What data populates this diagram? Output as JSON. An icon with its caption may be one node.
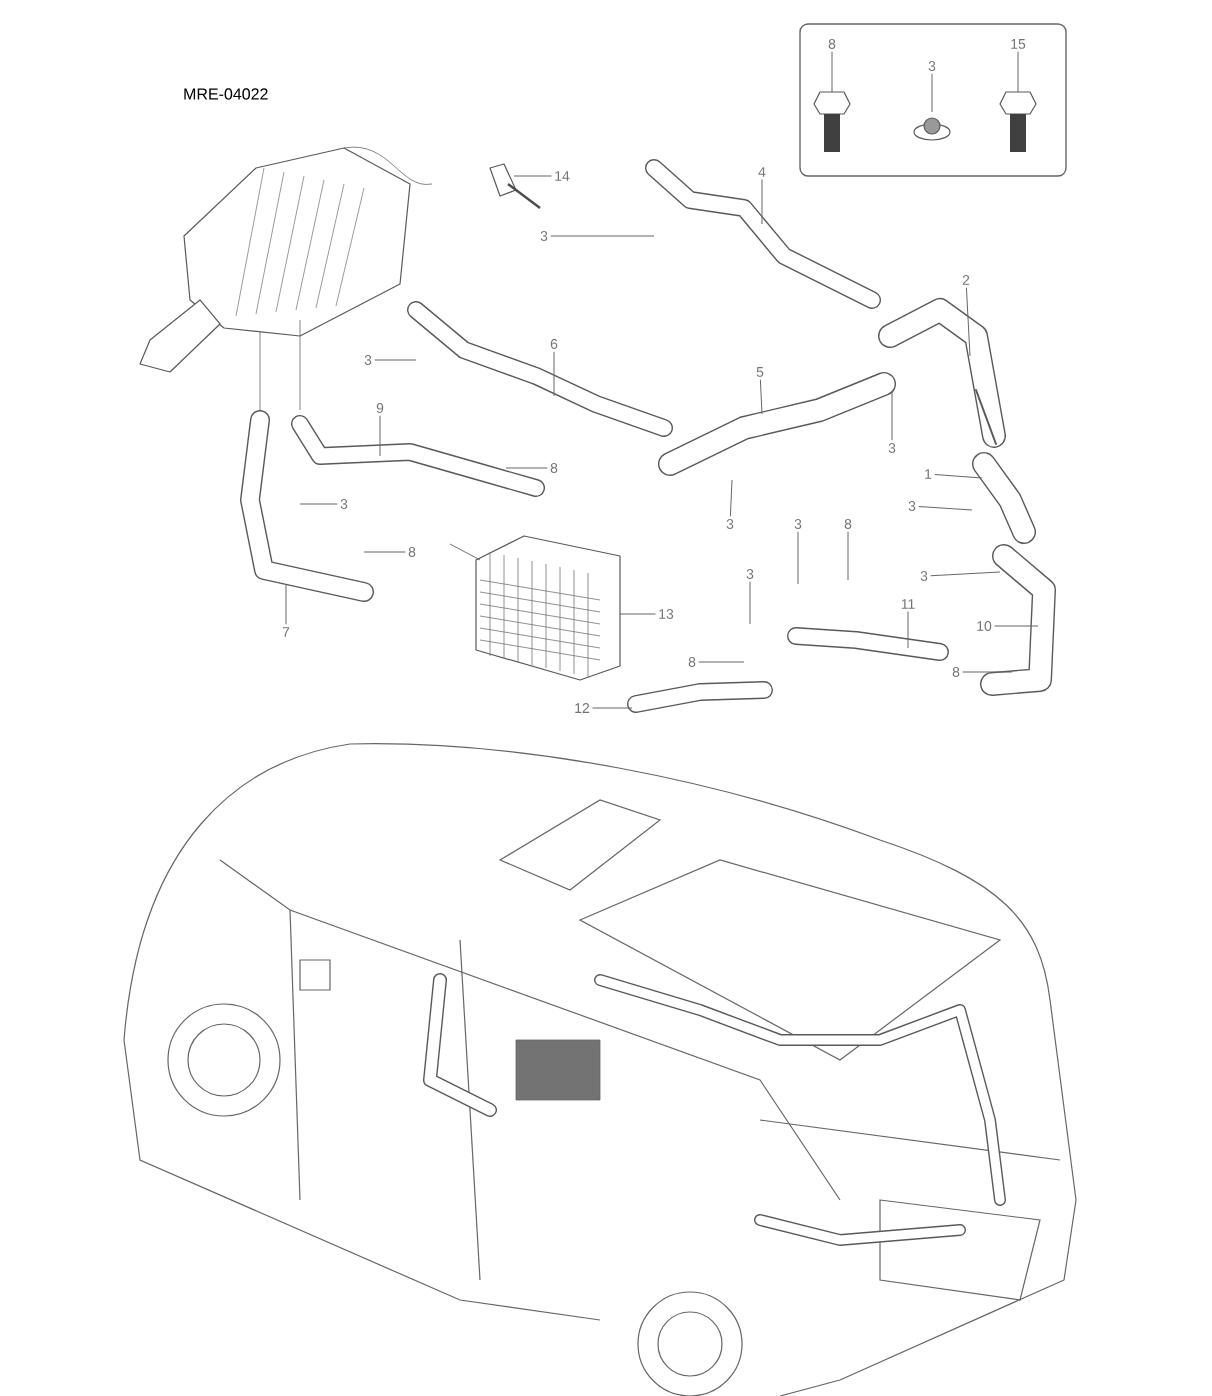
{
  "diagram": {
    "nodes": [
      {
        "text": [
          "8"
        ]
      },
      {
        "text": [
          "15"
        ]
      },
      {
        "text": [
          "3"
        ]
      },
      {
        "text": [
          "4"
        ]
      },
      {
        "text": [
          "14"
        ]
      },
      {
        "text": [
          "3"
        ]
      },
      {
        "text": [
          "2"
        ]
      },
      {
        "text": [
          "6"
        ]
      },
      {
        "text": [
          "3"
        ]
      },
      {
        "text": [
          "5"
        ]
      },
      {
        "text": [
          "9"
        ]
      },
      {
        "text": [
          "3"
        ]
      },
      {
        "text": [
          "8"
        ]
      },
      {
        "text": [
          "1"
        ]
      },
      {
        "text": [
          "3"
        ]
      },
      {
        "text": [
          "3"
        ]
      },
      {
        "text": [
          "3"
        ]
      },
      {
        "text": [
          "3"
        ]
      },
      {
        "text": [
          "8"
        ]
      },
      {
        "text": [
          "8"
        ]
      },
      {
        "text": [
          "3"
        ]
      },
      {
        "text": [
          "3"
        ]
      },
      {
        "text": [
          "11"
        ]
      },
      {
        "text": [
          "10"
        ]
      },
      {
        "text": [
          "13"
        ]
      },
      {
        "text": [
          "7"
        ]
      },
      {
        "text": [
          "8"
        ]
      },
      {
        "text": [
          "8"
        ]
      },
      {
        "text": [
          "12"
        ]
      }
    ],
    "edges": [
      {
        "from": 0,
        "to": null,
        "arrow": "none"
      },
      {
        "from": 1,
        "to": null,
        "arrow": "none"
      },
      {
        "from": 2,
        "to": null,
        "arrow": "none"
      },
      {
        "from": 3,
        "to": null,
        "arrow": "none"
      },
      {
        "from": 4,
        "to": null,
        "arrow": "none"
      },
      {
        "from": 5,
        "to": null,
        "arrow": "none"
      },
      {
        "from": 6,
        "to": null,
        "arrow": "none"
      },
      {
        "from": 7,
        "to": null,
        "arrow": "none"
      },
      {
        "from": 8,
        "to": null,
        "arrow": "none"
      },
      {
        "from": 9,
        "to": null,
        "arrow": "none"
      },
      {
        "from": 10,
        "to": null,
        "arrow": "none"
      },
      {
        "from": 11,
        "to": null,
        "arrow": "none"
      },
      {
        "from": 12,
        "to": null,
        "arrow": "none"
      },
      {
        "from": 13,
        "to": null,
        "arrow": "none"
      },
      {
        "from": 14,
        "to": null,
        "arrow": "none"
      },
      {
        "from": 15,
        "to": null,
        "arrow": "none"
      },
      {
        "from": 16,
        "to": null,
        "arrow": "none"
      },
      {
        "from": 17,
        "to": null,
        "arrow": "none"
      },
      {
        "from": 18,
        "to": null,
        "arrow": "none"
      },
      {
        "from": 19,
        "to": null,
        "arrow": "none"
      },
      {
        "from": 20,
        "to": null,
        "arrow": "none"
      },
      {
        "from": 21,
        "to": null,
        "arrow": "none"
      },
      {
        "from": 22,
        "to": null,
        "arrow": "none"
      },
      {
        "from": 23,
        "to": null,
        "arrow": "none"
      },
      {
        "from": 24,
        "to": null,
        "arrow": "none"
      },
      {
        "from": 25,
        "to": null,
        "arrow": "none"
      },
      {
        "from": 26,
        "to": null,
        "arrow": "none"
      },
      {
        "from": 27,
        "to": null,
        "arrow": "none"
      },
      {
        "from": 28,
        "to": null,
        "arrow": "none"
      }
    ],
    "labels": [
      "MRE-04022"
    ]
  }
}
